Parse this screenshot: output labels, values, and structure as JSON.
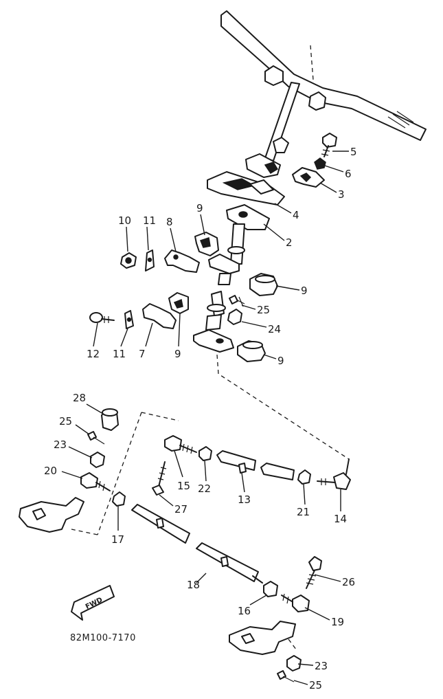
{
  "diagram": {
    "drawing_code": "82M100-7170",
    "direction_tag": "FWD",
    "callouts": {
      "p2": "2",
      "p3": "3",
      "p4": "4",
      "p5": "5",
      "p6": "6",
      "p7": "7",
      "p8": "8",
      "p9a": "9",
      "p9b": "9",
      "p9c": "9",
      "p9d": "9",
      "p10": "10",
      "p11a": "11",
      "p11b": "11",
      "p12": "12",
      "p13": "13",
      "p14": "14",
      "p15": "15",
      "p16": "16",
      "p17": "17",
      "p18": "18",
      "p19": "19",
      "p20": "20",
      "p21": "21",
      "p22": "22",
      "p23a": "23",
      "p23b": "23",
      "p24": "24",
      "p25a": "25",
      "p25b": "25",
      "p25c": "25",
      "p26": "26",
      "p27": "27",
      "p28": "28"
    }
  }
}
